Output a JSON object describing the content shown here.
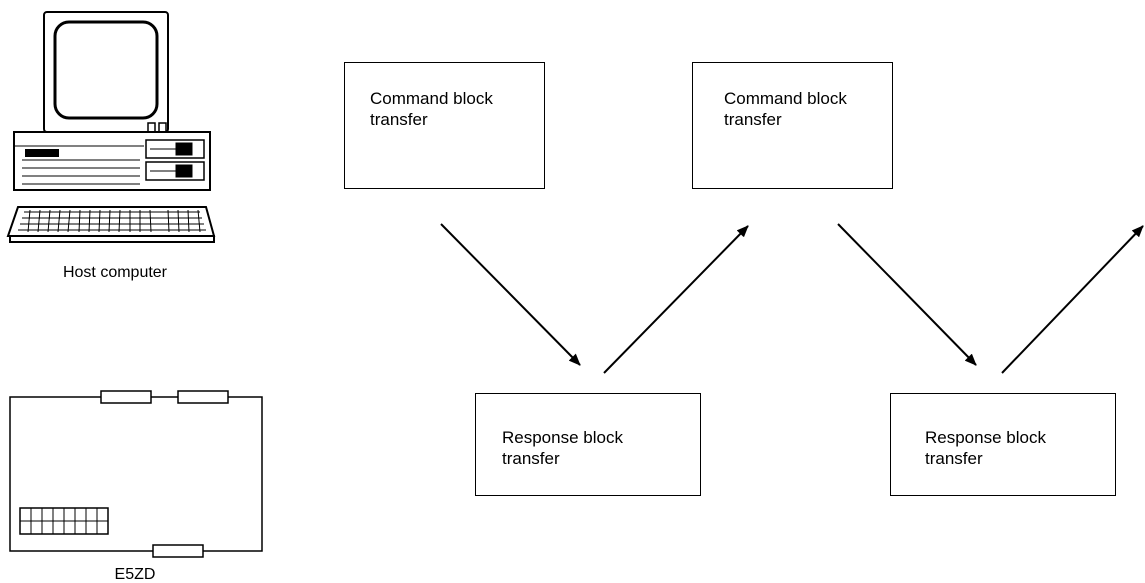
{
  "devices": {
    "host_label": "Host computer",
    "controller_label": "E5ZD"
  },
  "blocks": {
    "command_1": "Command block\ntransfer",
    "command_2": "Command block\ntransfer",
    "response_1": "Response block\ntransfer",
    "response_2": "Response block\ntransfer"
  },
  "colors": {
    "line": "#000000",
    "background": "#ffffff"
  }
}
